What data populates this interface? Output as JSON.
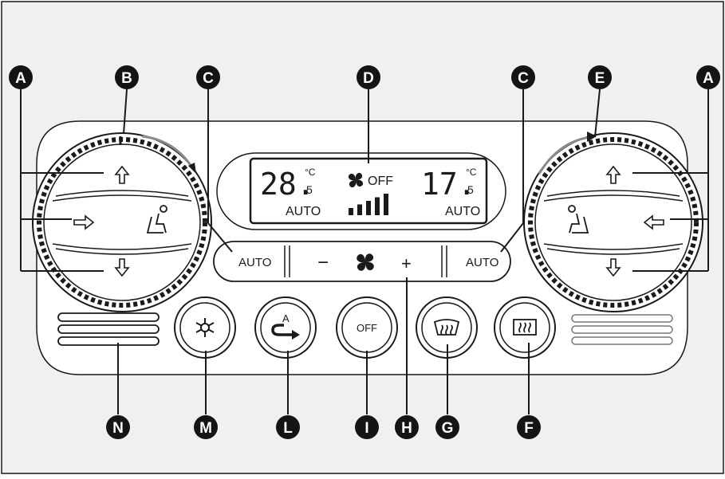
{
  "panel": {
    "left_display": {
      "temperature_main": "28.",
      "temperature_decimal": "5",
      "unit": "°C",
      "mode": "AUTO"
    },
    "right_display": {
      "temperature_main": "17.",
      "temperature_decimal": "5",
      "unit": "°C",
      "mode": "AUTO"
    },
    "fan_status": "OFF",
    "fan_bar_count": 5,
    "auto_left_label": "AUTO",
    "auto_right_label": "AUTO",
    "fan_minus_label": "−",
    "fan_plus_label": "+",
    "off_button_label": "OFF",
    "recirculation_button_label": "A"
  },
  "markers": {
    "A_left": "A",
    "B": "B",
    "C_left": "C",
    "D": "D",
    "C_right": "C",
    "E": "E",
    "A_right": "A",
    "F": "F",
    "G": "G",
    "H": "H",
    "I": "I",
    "L": "L",
    "M": "M",
    "N": "N"
  },
  "icons": {
    "arrow_up": "arrow-up-icon",
    "arrow_down": "arrow-down-icon",
    "arrow_right": "arrow-right-icon",
    "arrow_left": "arrow-left-icon",
    "seat": "seat-occupant-icon",
    "fan": "fan-icon",
    "compressor": "snowflake-icon",
    "recirculation": "recirculation-icon",
    "windscreen": "windscreen-defrost-icon",
    "rear_window": "rear-window-defrost-icon"
  },
  "colors": {
    "outline": "#1a1a1a",
    "panel_fill": "#ffffff",
    "frame_fill": "#f0f0f0",
    "marker_fill": "#141414",
    "rotation_arrow": "#8a8a8a"
  }
}
